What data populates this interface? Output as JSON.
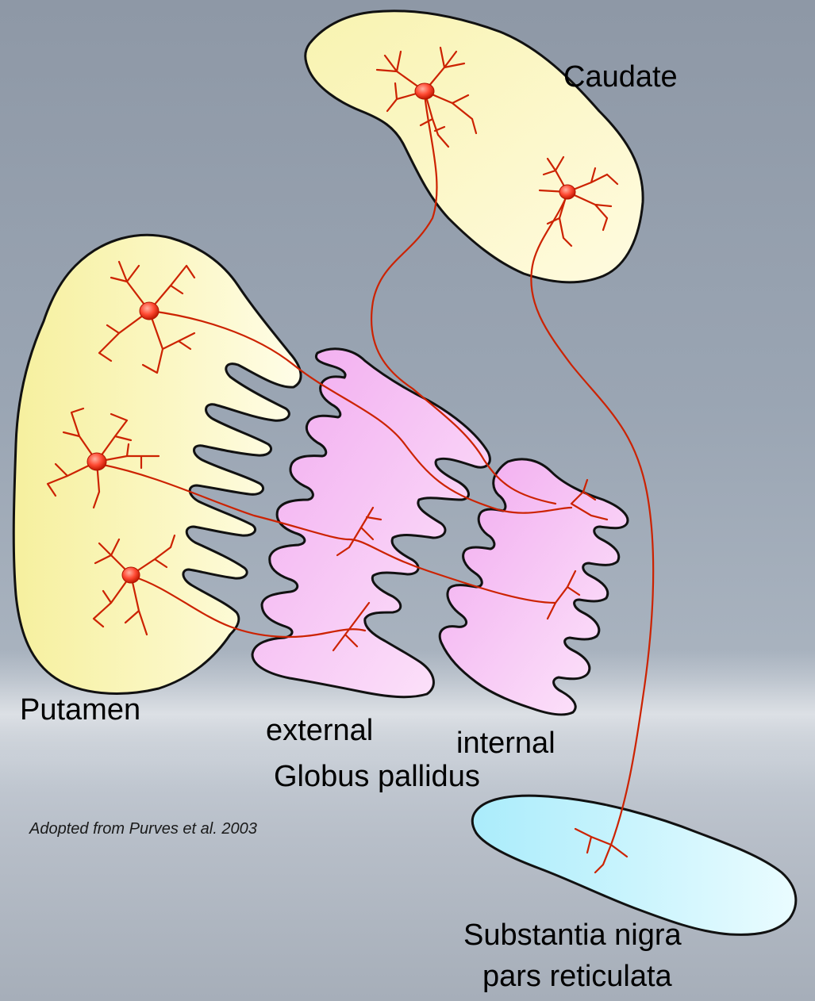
{
  "labels": {
    "caudate": "Caudate",
    "putamen": "Putamen",
    "external": "external",
    "internal": "internal",
    "globus_pallidus": "Globus pallidus",
    "substantia_line1": "Substantia nigra",
    "substantia_line2": "pars reticulata",
    "credit": "Adopted from Purves et al. 2003"
  },
  "colors": {
    "striatum_fill": "#fbf8c8",
    "pallidus_fill": "#f7c8f5",
    "nigra_fill": "#c8f3fb",
    "neuron": "#cc2200",
    "outline": "#111111"
  }
}
